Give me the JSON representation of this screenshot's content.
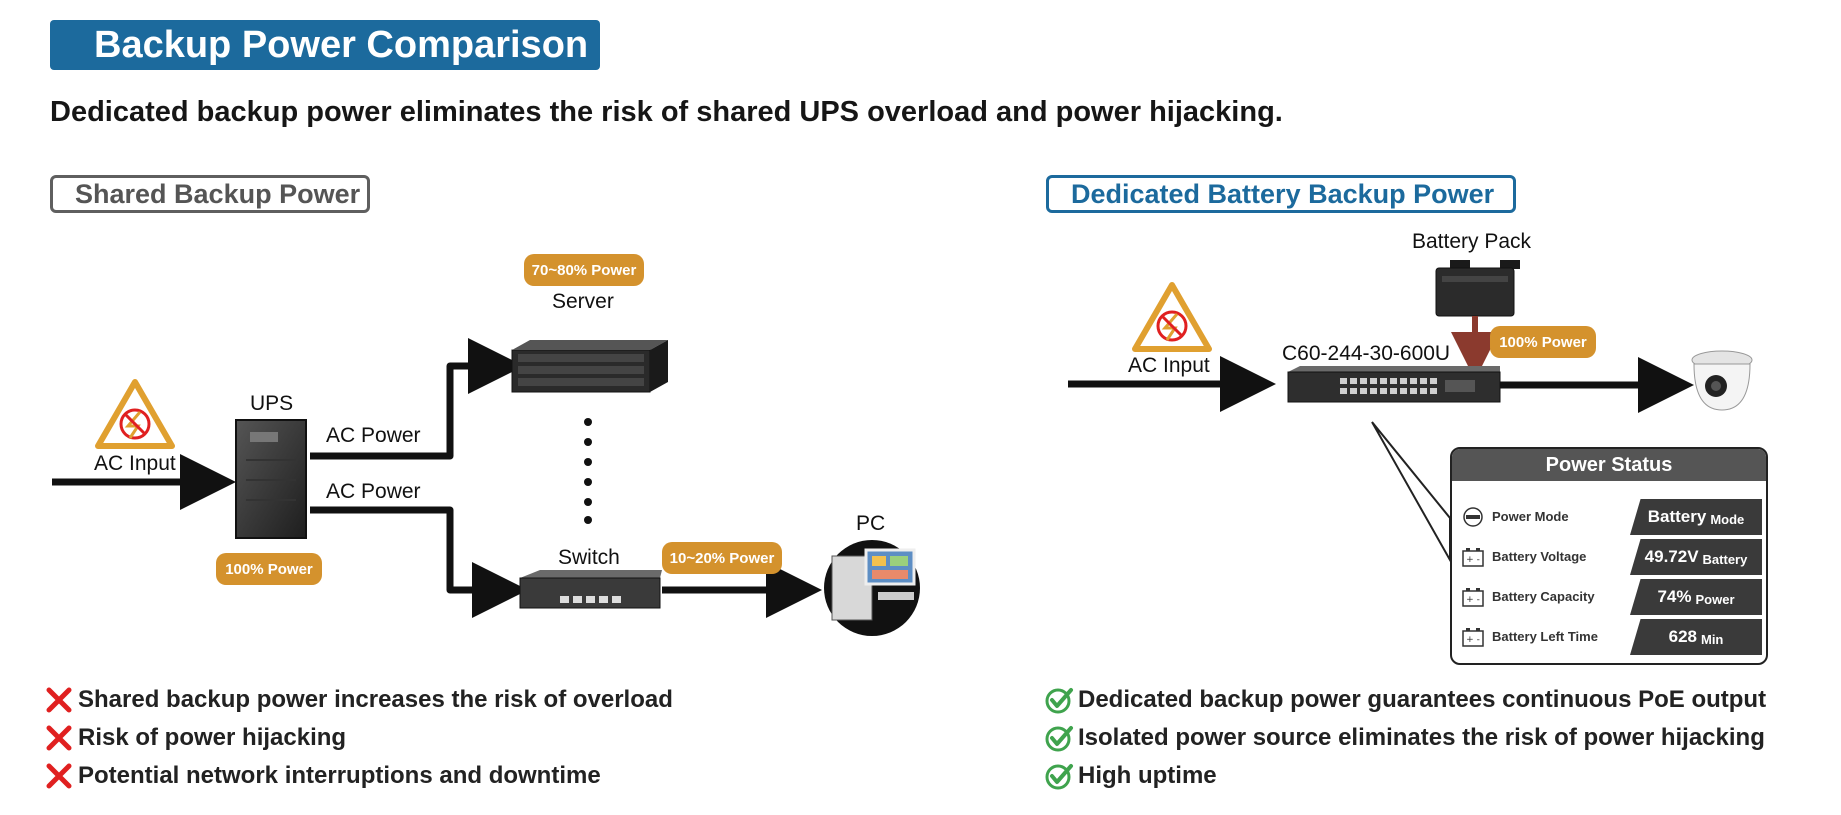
{
  "title": "Backup Power Comparison",
  "subtitle": "Dedicated backup power eliminates the risk of shared UPS overload and power hijacking.",
  "shared": {
    "label": "Shared Backup Power",
    "ac_input": "AC Input",
    "ups": "UPS",
    "ups_badge": "100% Power",
    "ac_power_1": "AC Power",
    "ac_power_2": "AC Power",
    "server": "Server",
    "server_badge": "70~80% Power",
    "switch": "Switch",
    "switch_badge": "10~20% Power",
    "pc": "PC",
    "bullets": [
      "Shared backup power increases the risk of overload",
      "Risk of power hijacking",
      "Potential network interruptions and downtime"
    ]
  },
  "dedicated": {
    "label": "Dedicated Battery Backup Power",
    "ac_input": "AC Input",
    "battery_pack": "Battery Pack",
    "device_model": "C60-244-30-600U",
    "power_badge": "100% Power",
    "power_status": {
      "title": "Power Status",
      "rows": [
        {
          "name": "Power Mode",
          "value": "Battery",
          "unit": "Mode"
        },
        {
          "name": "Battery Voltage",
          "value": "49.72V",
          "unit": "Battery"
        },
        {
          "name": "Battery Capacity",
          "value": "74%",
          "unit": "Power"
        },
        {
          "name": "Battery Left Time",
          "value": "628",
          "unit": "Min"
        }
      ]
    },
    "bullets": [
      "Dedicated backup power guarantees continuous PoE output",
      "Isolated power source eliminates the risk of power hijacking",
      "High uptime"
    ]
  },
  "colors": {
    "title_bg": "#1c6a9d",
    "badge": "#d4922d",
    "warning": "#e0a030",
    "cross": "#e02020",
    "check": "#3fa34d",
    "battery_cable": "#8b3a2e"
  },
  "icons": [
    "warning-triangle-icon",
    "cross-icon",
    "check-circle-icon",
    "battery-icon",
    "power-mode-icon"
  ]
}
